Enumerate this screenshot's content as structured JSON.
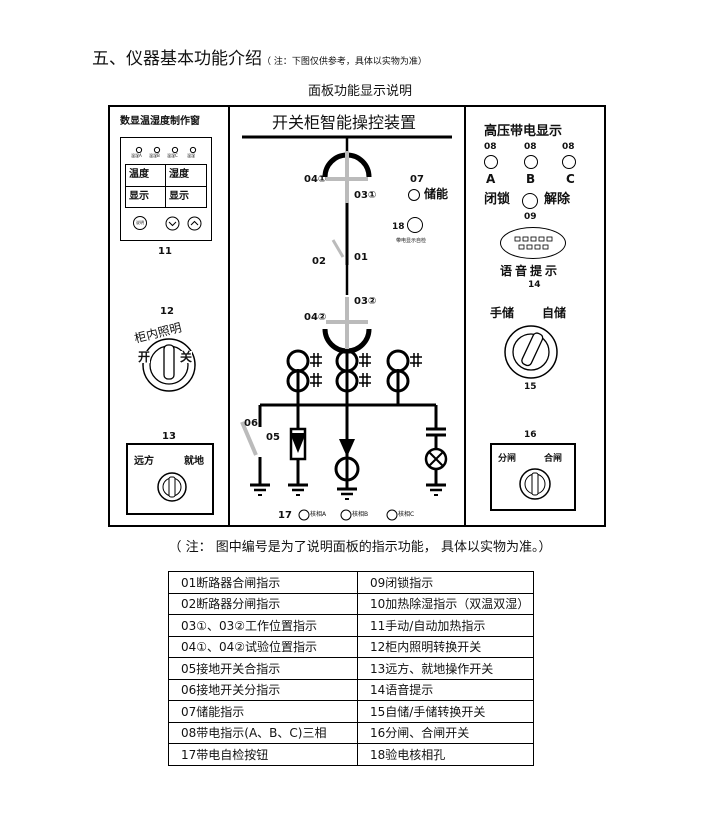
{
  "heading": {
    "title": "五、仪器基本功能介绍",
    "note": "（ 注：下图仅供参考，具体以实物为准）"
  },
  "subheading": "面板功能显示说明",
  "panel": {
    "left": {
      "display_title": "数显温湿度制作窗",
      "display_small_labels": [
        "温湿A",
        "温湿B",
        "温湿C",
        "温湿"
      ],
      "lcd_cells": [
        "温度",
        "湿度",
        "显示",
        "显示"
      ],
      "button_label": "说明",
      "n11": "11",
      "n12": "12",
      "light_arc": "柜内照明",
      "light_off": "开",
      "light_on": "关",
      "n13": "13",
      "remote": "远方",
      "local": "就地"
    },
    "center": {
      "title": "开关柜智能操控装置",
      "n04a": "04①",
      "n03a": "03①",
      "n07": "07",
      "storage": "储能",
      "n18": "18",
      "selfcheck_label": "带电显示自检",
      "n02": "02",
      "n01": "01",
      "n03b": "03②",
      "n04b": "04②",
      "n06": "06",
      "n05": "05",
      "n17": "17",
      "phase_labels": [
        "核相A",
        "核相B",
        "核相C"
      ]
    },
    "right": {
      "hv_title": "高压带电显示",
      "n08": [
        "08",
        "08",
        "08"
      ],
      "phases": [
        "A",
        "B",
        "C"
      ],
      "lock": "闭锁",
      "unlock": "解除",
      "n09": "09",
      "voice": "语音提示",
      "n14": "14",
      "manual": "手储",
      "auto": "自储",
      "n15": "15",
      "n16": "16",
      "open": "分闸",
      "close": "合闸"
    }
  },
  "note": "（ 注： 图中编号是为了说明面板的指示功能， 具体以实物为准。）",
  "legend": [
    [
      "01断路器合闸指示",
      "09闭锁指示"
    ],
    [
      "02断路器分闸指示",
      "10加热除湿指示（双温双湿）"
    ],
    [
      "03①、03②工作位置指示",
      "11手动/自动加热指示"
    ],
    [
      "04①、04②试验位置指示",
      "12柜内照明转换开关"
    ],
    [
      "05接地开关合指示",
      "13远方、就地操作开关"
    ],
    [
      "06接地开关分指示",
      "14语音提示"
    ],
    [
      "07储能指示",
      "15自储/手储转换开关"
    ],
    [
      "08带电指示(A、B、C)三相",
      "16分闸、合闸开关"
    ],
    [
      "17带电自检按钮",
      "18验电核相孔"
    ]
  ]
}
